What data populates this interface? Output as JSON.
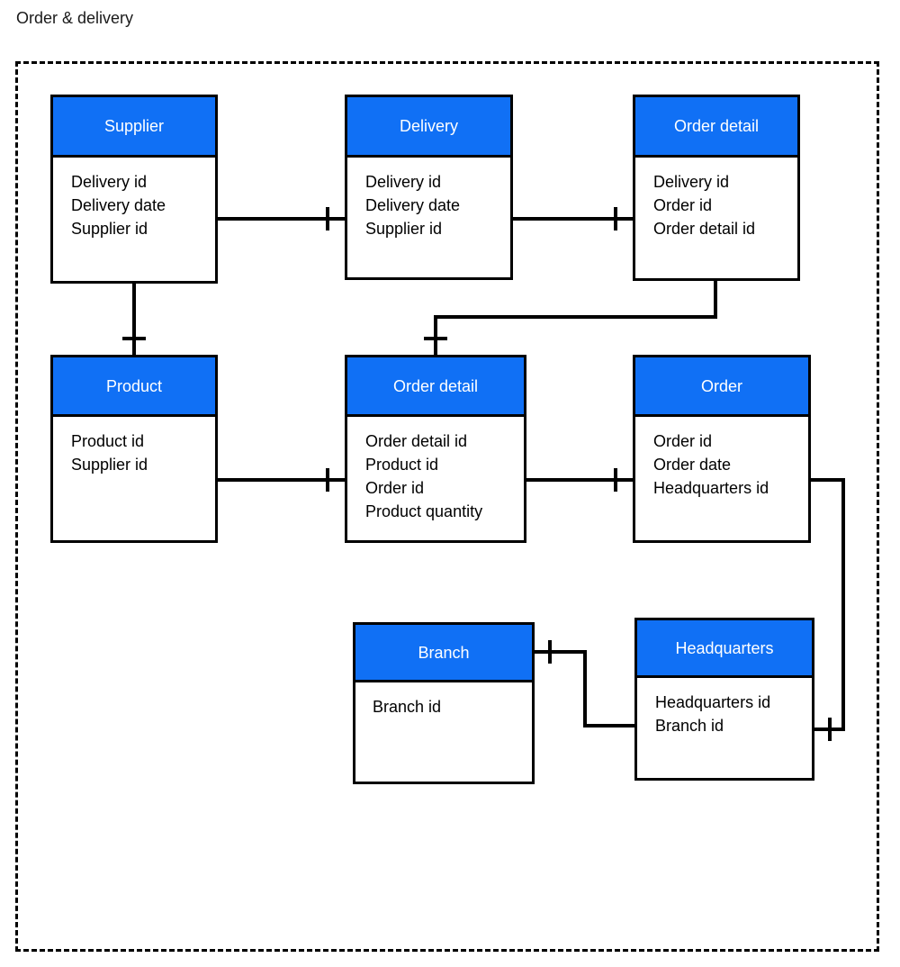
{
  "title": "Order & delivery",
  "colors": {
    "header_blue": "#1070f5",
    "border_black": "#000000",
    "body_white": "#ffffff",
    "title_text": "#1a1a1a",
    "header_text": "#ffffff"
  },
  "frame": {
    "style": "dashed",
    "name": "diagram-boundary"
  },
  "entities": [
    {
      "id": "supplier",
      "name": "Supplier",
      "attributes": [
        "Delivery id",
        "Delivery date",
        "Supplier id"
      ]
    },
    {
      "id": "delivery",
      "name": "Delivery",
      "attributes": [
        "Delivery id",
        "Delivery date",
        "Supplier id"
      ]
    },
    {
      "id": "order-detail-top",
      "name": "Order detail",
      "attributes": [
        "Delivery id",
        "Order id",
        "Order detail id"
      ]
    },
    {
      "id": "product",
      "name": "Product",
      "attributes": [
        "Product id",
        "Supplier id"
      ]
    },
    {
      "id": "order-detail-mid",
      "name": "Order detail",
      "attributes": [
        "Order detail id",
        "Product id",
        "Order id",
        "Product quantity"
      ]
    },
    {
      "id": "order",
      "name": "Order",
      "attributes": [
        "Order id",
        "Order date",
        "Headquarters id"
      ]
    },
    {
      "id": "branch",
      "name": "Branch",
      "attributes": [
        "Branch id"
      ]
    },
    {
      "id": "headquarters",
      "name": "Headquarters",
      "attributes": [
        "Headquarters id",
        "Branch id"
      ]
    }
  ],
  "relationships": [
    {
      "id": "supplier-delivery",
      "from": "Supplier",
      "to": "Delivery",
      "marker": "one"
    },
    {
      "id": "delivery-order-detail-top",
      "from": "Delivery",
      "to": "Order detail",
      "marker": "one"
    },
    {
      "id": "supplier-product",
      "from": "Supplier",
      "to": "Product",
      "marker": "one"
    },
    {
      "id": "order-detail-top-order-detail-mid",
      "from": "Order detail",
      "to": "Order detail",
      "marker": "one"
    },
    {
      "id": "product-order-detail-mid",
      "from": "Product",
      "to": "Order detail",
      "marker": "one"
    },
    {
      "id": "order-detail-mid-order",
      "from": "Order detail",
      "to": "Order",
      "marker": "one"
    },
    {
      "id": "branch-headquarters",
      "from": "Branch",
      "to": "Headquarters",
      "marker": "one"
    },
    {
      "id": "order-headquarters",
      "from": "Order",
      "to": "Headquarters",
      "marker": "one"
    }
  ]
}
